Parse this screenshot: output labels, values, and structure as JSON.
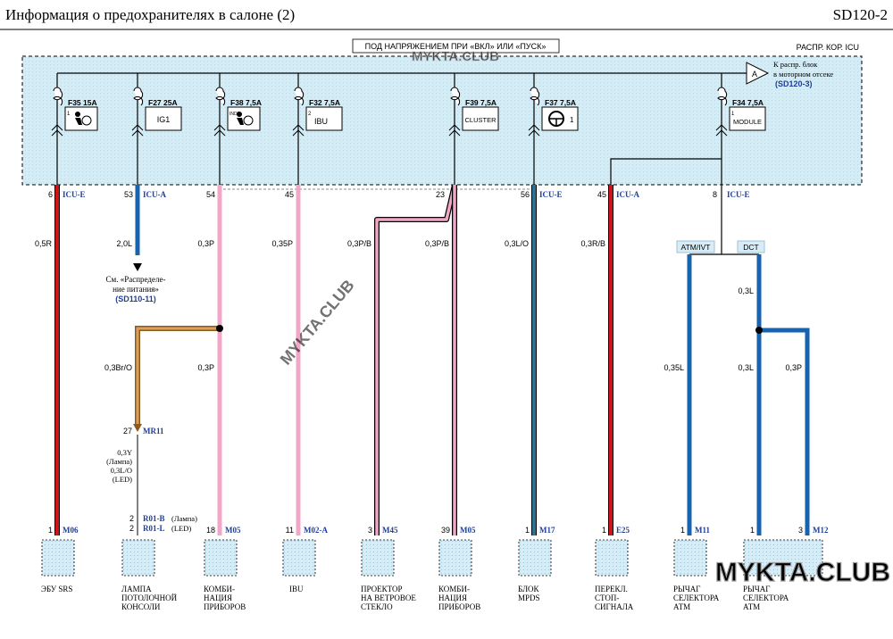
{
  "header": {
    "title": "Информация о предохранителях в салоне (2)",
    "code": "SD120-2"
  },
  "box": {
    "power_label": "ПОД НАПРЯЖЕНИЕМ ПРИ «ВКЛ» ИЛИ «ПУСК»",
    "name": "РАСПР. КОР. ICU",
    "connector_tag": "A",
    "ref_text_1": "К распр. блок",
    "ref_text_2": "в моторном отсеке",
    "ref_code": "(SD120-3)"
  },
  "fuses": [
    {
      "rating": "F35 15A",
      "pin": "1",
      "label": ""
    },
    {
      "rating": "F27 25A",
      "pin": "",
      "label": "IG1"
    },
    {
      "rating": "F38 7,5A",
      "pin": "INDI",
      "label": ""
    },
    {
      "rating": "F32 7,5A",
      "pin": "2",
      "label": "IBU"
    },
    {
      "rating": "F39 7,5A",
      "pin": "",
      "label": "CLUSTER"
    },
    {
      "rating": "F37 7,5A",
      "pin": "",
      "label": "1"
    },
    {
      "rating": "F34 7,5A",
      "pin": "1",
      "label": "MODULE"
    }
  ],
  "terminals": [
    {
      "pin": "6",
      "conn": "ICU-E"
    },
    {
      "pin": "53",
      "conn": "ICU-A"
    },
    {
      "pin": "54",
      "conn": ""
    },
    {
      "pin": "45",
      "conn": ""
    },
    {
      "pin": "23",
      "conn": ""
    },
    {
      "pin": "56",
      "conn": "ICU-E"
    },
    {
      "pin": "45",
      "conn": "ICU-A"
    },
    {
      "pin": "8",
      "conn": "ICU-E"
    }
  ],
  "wires": [
    "0,5R",
    "2,0L",
    "0,3P",
    "0,35P",
    "0,3P/B",
    "0,3P/B",
    "0,3L/O",
    "0,3R/B",
    "0,35L",
    "0,3L",
    "0,3L",
    "0,3P",
    "0,3Br/O"
  ],
  "power_ref": {
    "line1": "См. «Распределе-",
    "line2": "ние питания»",
    "code": "(SD110-11)"
  },
  "mr11": {
    "pin": "27",
    "conn": "MR11",
    "wire": "0,3Y",
    "w2": "(Лампа)",
    "w3": "0,3L/O",
    "w4": "(LED)"
  },
  "r01": {
    "pin1": "2",
    "pin2": "2",
    "c1": "R01-B",
    "c1s": "(Лампа)",
    "c2": "R01-L",
    "c2s": "(LED)"
  },
  "variants": {
    "a": "ATM/IVT",
    "b": "DCT"
  },
  "components": [
    {
      "pin": "1",
      "conn": "M06",
      "name": [
        "ЭБУ SRS"
      ]
    },
    {
      "pin": "",
      "conn": "",
      "name": [
        "ЛАМПА",
        "ПОТОЛОЧНОЙ",
        "КОНСОЛИ"
      ]
    },
    {
      "pin": "18",
      "conn": "M05",
      "name": [
        "КОМБИ-",
        "НАЦИЯ",
        "ПРИБОРОВ"
      ]
    },
    {
      "pin": "11",
      "conn": "M02-A",
      "name": [
        "IBU"
      ]
    },
    {
      "pin": "3",
      "conn": "M45",
      "name": [
        "ПРОЕКТОР",
        "НА ВЕТРОВОЕ",
        "СТЕКЛО"
      ]
    },
    {
      "pin": "39",
      "conn": "M05",
      "name": [
        "КОМБИ-",
        "НАЦИЯ",
        "ПРИБОРОВ"
      ]
    },
    {
      "pin": "1",
      "conn": "M17",
      "name": [
        "БЛОК",
        "MPDS"
      ]
    },
    {
      "pin": "1",
      "conn": "E25",
      "name": [
        "ПЕРЕКЛ.",
        "СТОП-",
        "СИГНАЛА"
      ]
    },
    {
      "pin": "1",
      "conn": "M11",
      "name": [
        "РЫЧАГ",
        "СЕЛЕКТОРА",
        "АТМ"
      ]
    },
    {
      "pin": "1",
      "conn": "",
      "name": [
        "РЫЧАГ",
        "СЕЛЕКТОРА",
        "АТМ"
      ]
    }
  ],
  "m12": {
    "pin": "3",
    "conn": "M12"
  },
  "watermarks": {
    "main": "MYKTA.CLUB",
    "diag": "MYKTA.CLUB"
  },
  "colors": {
    "box_fill": "#d6ecf5",
    "red": "#d0141e",
    "blue": "#1763b0",
    "pink": "#f1a8c8",
    "teal": "#2d7391",
    "brown": "#b07a2e",
    "label_blue": "#1f3f9a"
  }
}
